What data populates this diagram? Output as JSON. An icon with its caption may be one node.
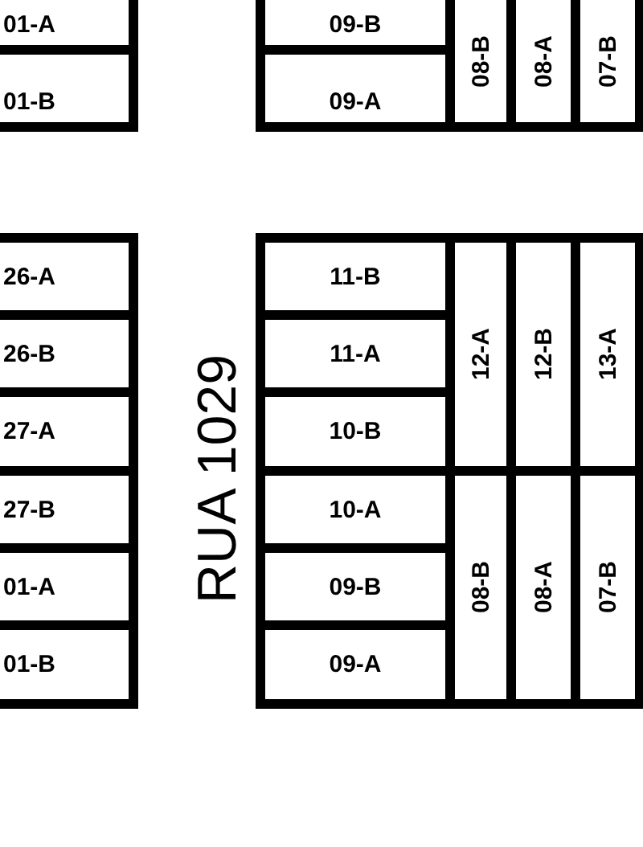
{
  "diagram": {
    "nodes": [
      {
        "text": [
          "01-A"
        ]
      },
      {
        "text": [
          "01-B"
        ]
      },
      {
        "text": [
          "09-B"
        ]
      },
      {
        "text": [
          "09-A"
        ]
      },
      {
        "text": [
          "08-B"
        ]
      },
      {
        "text": [
          "08-A"
        ]
      },
      {
        "text": [
          "07-B"
        ]
      },
      {
        "text": [
          "26-A"
        ]
      },
      {
        "text": [
          "26-B"
        ]
      },
      {
        "text": [
          "27-A"
        ]
      },
      {
        "text": [
          "27-B"
        ]
      },
      {
        "text": [
          "01-A"
        ]
      },
      {
        "text": [
          "01-B"
        ]
      },
      {
        "text": [
          "11-B"
        ]
      },
      {
        "text": [
          "11-A"
        ]
      },
      {
        "text": [
          "10-B"
        ]
      },
      {
        "text": [
          "10-A"
        ]
      },
      {
        "text": [
          "09-B"
        ]
      },
      {
        "text": [
          "09-A"
        ]
      },
      {
        "text": [
          "12-A"
        ]
      },
      {
        "text": [
          "12-B"
        ]
      },
      {
        "text": [
          "13-A"
        ]
      },
      {
        "text": [
          "08-B"
        ]
      },
      {
        "text": [
          "08-A"
        ]
      },
      {
        "text": [
          "07-B"
        ]
      }
    ],
    "labels": [
      "RUA 1029"
    ]
  }
}
